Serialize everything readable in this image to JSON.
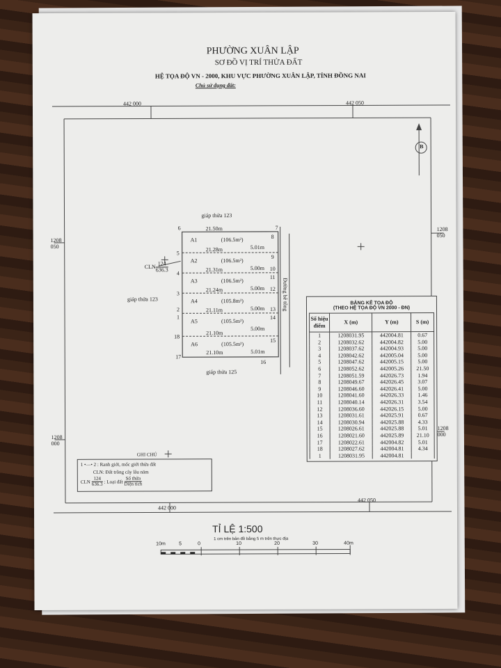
{
  "header": {
    "ward": "PHƯỜNG XUÂN LẬP",
    "title": "SƠ ĐỒ VỊ TRÍ THỬA ĐẤT",
    "coord_system": "HỆ TỌA ĐỘ VN - 2000, KHU VỰC PHƯỜNG XUÂN LẬP, TỈNH ĐỒNG NAI",
    "owner_label": "Chủ sử dụng đất:"
  },
  "grid": {
    "top_left": [
      "442",
      "000"
    ],
    "top_right": [
      "442",
      "050"
    ],
    "left_top": [
      "1208",
      "050"
    ],
    "right_top": [
      "1208",
      "050"
    ],
    "left_bottom": [
      "1208",
      "000"
    ],
    "right_bottom": [
      "1208",
      "000"
    ],
    "bottom_left": [
      "442",
      "000"
    ],
    "bottom_right": [
      "442",
      "050"
    ]
  },
  "north_label": "B",
  "neighbors": {
    "top": "giáp thửa 123",
    "left": "giáp thửa 123",
    "bottom": "giáp thửa 125",
    "road": "Đường bê tông"
  },
  "parcel_label": {
    "type": "CLN",
    "number": "124",
    "area": "636.3"
  },
  "lots": [
    {
      "name": "A1",
      "area": "(106.5m²)",
      "top": "21.50m",
      "side": "5.01m"
    },
    {
      "name": "A2",
      "area": "(106.5m²)",
      "top": "21.28m",
      "side": "5.00m"
    },
    {
      "name": "A3",
      "area": "(106.5m²)",
      "top": "21.31m",
      "side": "5.00m"
    },
    {
      "name": "A4",
      "area": "(105.8m²)",
      "top": "21.24m",
      "side": "5.00m"
    },
    {
      "name": "A5",
      "area": "(105.5m²)",
      "top": "21.11m",
      "side": "5.00m"
    },
    {
      "name": "A6",
      "area": "(105.5m²)",
      "top": "21.10m",
      "side": "5.01m"
    }
  ],
  "bottom_length": "21.10m",
  "points": {
    "p6": "6",
    "p7": "7",
    "p8": "8",
    "p5": "5",
    "p9": "9",
    "p4": "4",
    "p10": "10",
    "p11": "11",
    "p3": "3",
    "p12": "12",
    "p2": "2",
    "p1": "1",
    "p13": "13",
    "p14": "14",
    "p18": "18",
    "p15": "15",
    "p17": "17",
    "p16": "16"
  },
  "table": {
    "title": "BẢNG KÊ TỌA ĐỘ",
    "subtitle": "(THEO HỆ TỌA ĐỘ VN 2000 - ĐN)",
    "headers": [
      "Số hiệu điểm",
      "X (m)",
      "Y (m)",
      "S (m)"
    ],
    "rows": [
      [
        "1",
        "1208031.95",
        "442004.81",
        "0.67"
      ],
      [
        "2",
        "1208032.62",
        "442004.82",
        "5.00"
      ],
      [
        "3",
        "1208037.62",
        "442004.93",
        "5.00"
      ],
      [
        "4",
        "1208042.62",
        "442005.04",
        "5.00"
      ],
      [
        "5",
        "1208047.62",
        "442005.15",
        "5.00"
      ],
      [
        "6",
        "1208052.62",
        "442005.26",
        "21.50"
      ],
      [
        "7",
        "1208051.59",
        "442026.73",
        "1.94"
      ],
      [
        "8",
        "1208049.67",
        "442026.45",
        "3.07"
      ],
      [
        "9",
        "1208046.60",
        "442026.41",
        "5.00"
      ],
      [
        "10",
        "1208041.60",
        "442026.33",
        "1.46"
      ],
      [
        "11",
        "1208040.14",
        "442026.31",
        "3.54"
      ],
      [
        "12",
        "1208036.60",
        "442026.15",
        "5.00"
      ],
      [
        "13",
        "1208031.61",
        "442025.91",
        "0.67"
      ],
      [
        "14",
        "1208030.94",
        "442025.88",
        "4.33"
      ],
      [
        "15",
        "1208026.61",
        "442025.88",
        "5.01"
      ],
      [
        "16",
        "1208021.60",
        "442025.89",
        "21.10"
      ],
      [
        "17",
        "1208022.61",
        "442004.82",
        "5.01"
      ],
      [
        "18",
        "1208027.62",
        "442004.81",
        "4.34"
      ],
      [
        "1",
        "1208031.95",
        "442004.81",
        ""
      ]
    ]
  },
  "legend": {
    "title": "GHI CHÚ",
    "boundary_p1": "1",
    "boundary_p2": "2",
    "boundary": ": Ranh giới, mốc giới thửa đất",
    "cln": "CLN: Đất trồng cây lâu năm",
    "cln_code": "CLN",
    "num": "124",
    "area": "636.3",
    "landtype": ": Loại đất",
    "top": "Số thửa",
    "bottom": "Diện tích"
  },
  "scale": {
    "title": "TỈ LỆ 1:500",
    "subtitle": "1 cm trên bản đồ bằng 5 m trên thực địa",
    "ticks": [
      "10m",
      "5",
      "0",
      "10",
      "20",
      "30",
      "40m"
    ]
  }
}
